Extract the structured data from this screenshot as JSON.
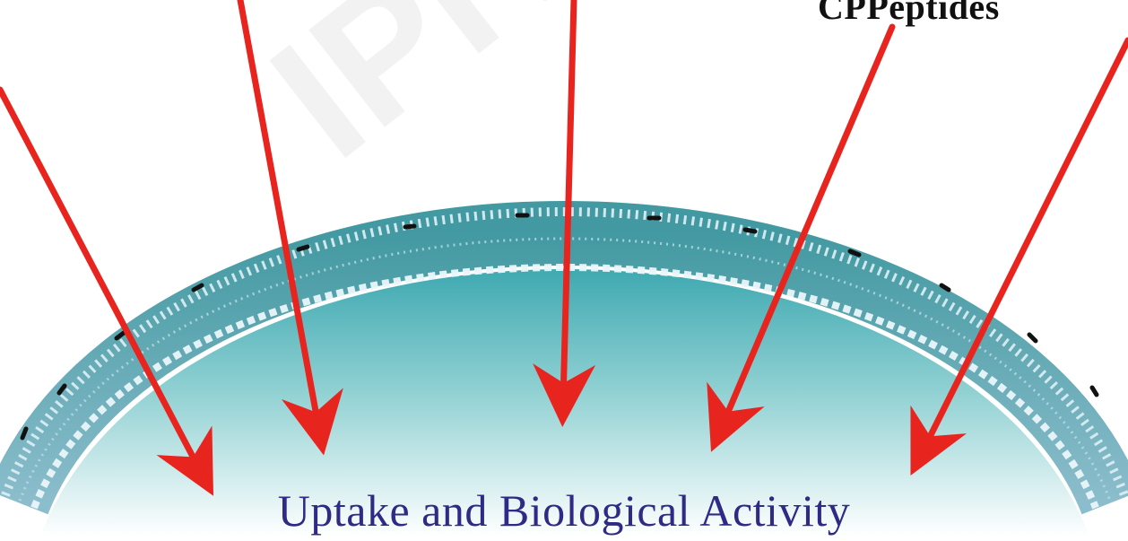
{
  "labels": {
    "peptides": "CPPeptides",
    "caption": "Uptake and Biological Activity"
  },
  "watermark": "IPR",
  "colors": {
    "arrow": "#e8241e",
    "membrane_outer": "#2e8e97",
    "cytoplasm_top": "#5fbcc0",
    "caption": "#2f2a86"
  }
}
